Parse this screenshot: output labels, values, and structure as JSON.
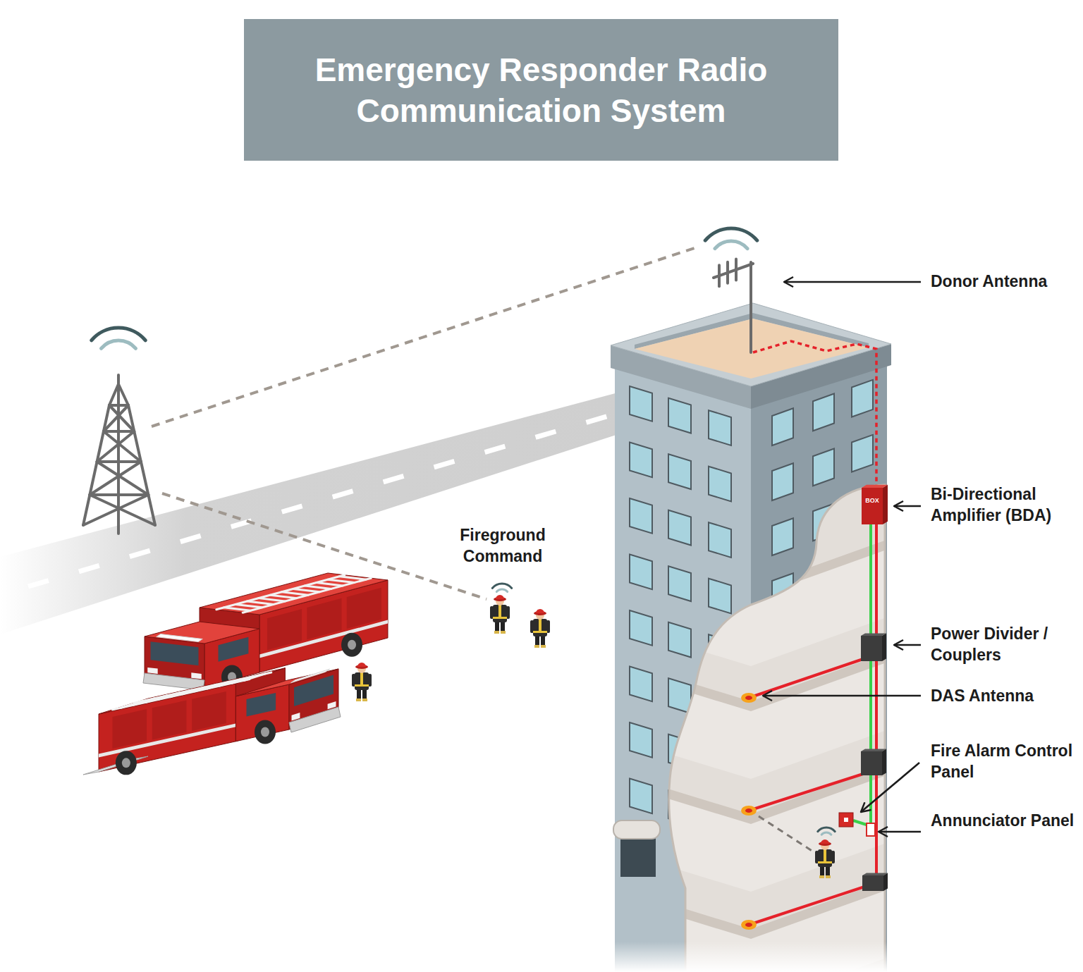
{
  "diagram": {
    "title": "Emergency Responder Radio Communication System",
    "labels": [
      "Donor Antenna",
      "BOX",
      "Bi-Directional Amplifier (BDA)",
      "Fireground Command",
      "Power Divider / Couplers",
      "DAS Antenna",
      "Fire Alarm Control Panel",
      "Annunciator Panel"
    ]
  }
}
